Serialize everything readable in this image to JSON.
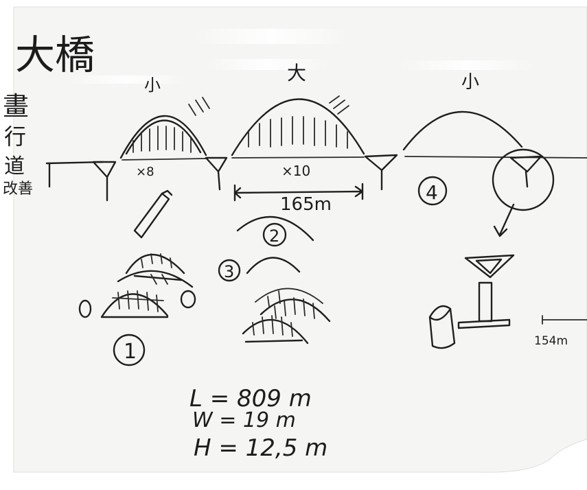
{
  "title": "大橋",
  "left_margin_chars": [
    "畫",
    "行",
    "道",
    "改善"
  ],
  "span_labels": {
    "span1": "小",
    "span2": "大",
    "span3": "小"
  },
  "arch_counts": {
    "span1": "×8",
    "span2": "×10"
  },
  "dimension": "165m",
  "side_dimension": "154m",
  "circled_numbers": [
    "①",
    "②",
    "③",
    "④"
  ],
  "specs": {
    "length": "L = 809 m",
    "width": "W = 19 m",
    "height": "H = 12,5 m"
  },
  "colors": {
    "background": "#ffffff",
    "board": "#f6f7f5",
    "ink": "#1f1f1f"
  }
}
